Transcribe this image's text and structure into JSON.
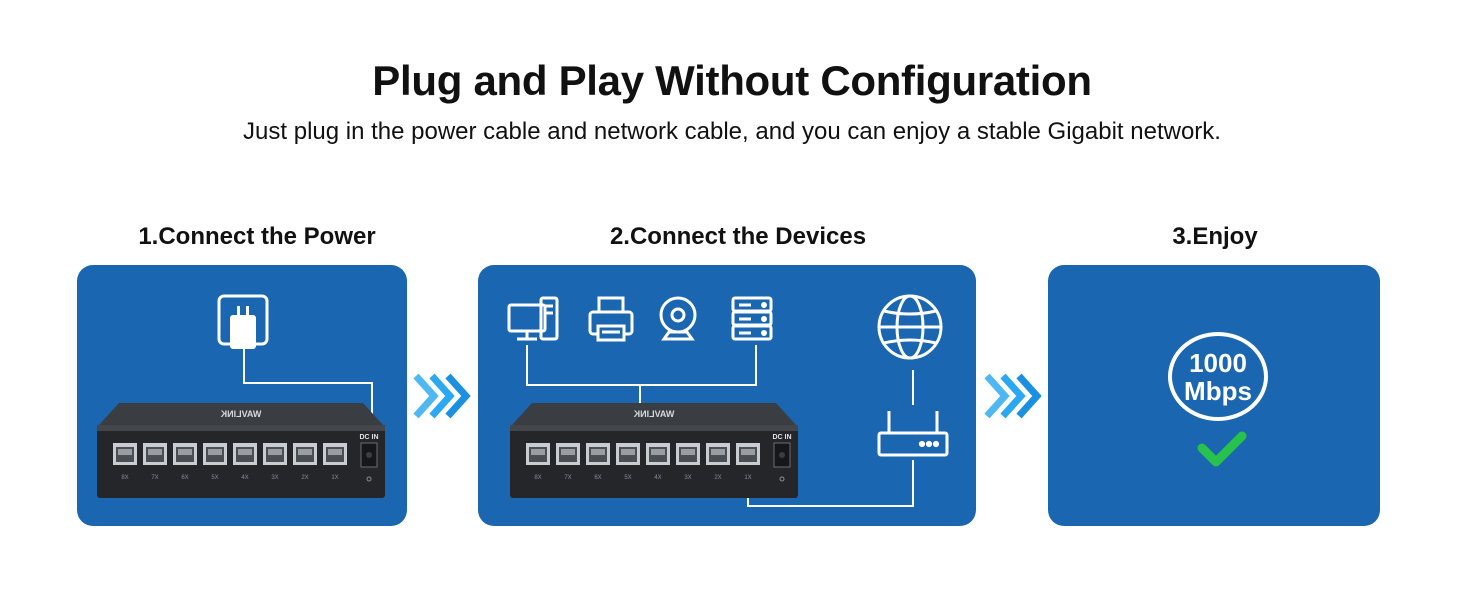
{
  "header": {
    "title": "Plug and Play Without Configuration",
    "subtitle": "Just plug in the power cable and network cable, and you can enjoy a stable Gigabit network."
  },
  "steps": [
    {
      "label": "1.Connect the Power",
      "icon": "power-outlet-icon"
    },
    {
      "label": "2.Connect the Devices",
      "icons": [
        "desktop-computer-icon",
        "printer-icon",
        "webcam-icon",
        "server-icon",
        "globe-icon",
        "router-icon"
      ]
    },
    {
      "label": "3.Enjoy",
      "speed_value": "1000",
      "speed_unit": "Mbps",
      "icon": "checkmark-icon"
    }
  ],
  "device": {
    "brand": "WAVLINK",
    "dc_label": "DC IN",
    "port_labels": [
      "8X",
      "7X",
      "6X",
      "5X",
      "4X",
      "3X",
      "2X",
      "1X"
    ]
  },
  "colors": {
    "panel": "#1b66b1",
    "arrow": "#2aa8f2",
    "check": "#27c24c",
    "switch_body": "#2b2d31"
  }
}
